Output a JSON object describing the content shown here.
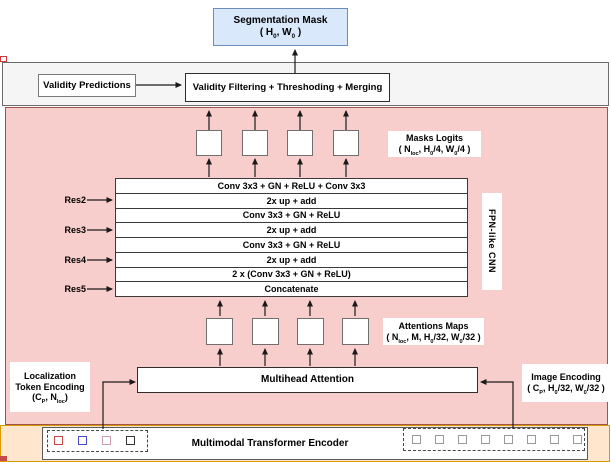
{
  "diagram_title": "Segmentation model architecture",
  "colors": {
    "seg_mask_fill": "#dae8fc",
    "seg_mask_stroke": "#6c8ebf",
    "validity_band_fill": "#f5f5f5",
    "fpn_band_fill": "#f8cecc",
    "fpn_band_stroke": "#9e5450",
    "encoder_band_fill": "#ffe6cc",
    "encoder_band_stroke": "#d79b00",
    "token_outline_colors": [
      "#c64646",
      "#4a4ac8",
      "#d09fae",
      "#333333"
    ],
    "image_token_outline_color": "#999999",
    "arrow_color": "#1a1a1a"
  },
  "output": {
    "segmentation_mask_title": "Segmentation Mask",
    "segmentation_mask_dims": [
      {
        "t": "( H"
      },
      {
        "t": "0",
        "sub": true
      },
      {
        "t": ", W"
      },
      {
        "t": "0",
        "sub": true
      },
      {
        "t": " )"
      }
    ]
  },
  "validity_band": {
    "predictions_label": "Validity Predictions",
    "filtering_label": "Validity Filtering  + Threshoding + Merging"
  },
  "fpn_band": {
    "masks_logits_title": "Masks Logits",
    "masks_logits_dims": [
      {
        "t": "( N"
      },
      {
        "t": "loc",
        "sub": true
      },
      {
        "t": ", H"
      },
      {
        "t": "0",
        "sub": true
      },
      {
        "t": "/4, W"
      },
      {
        "t": "0",
        "sub": true
      },
      {
        "t": "/4 )"
      }
    ],
    "stack_rows": [
      "Conv 3x3 + GN + ReLU + Conv 3x3",
      "2x up + add",
      "Conv 3x3 + GN + ReLU",
      "2x up + add",
      "Conv 3x3 + GN + ReLU",
      "2x up + add",
      "2 x (Conv 3x3 + GN + ReLU)",
      "Concatenate"
    ],
    "res_labels": [
      "Res2",
      "Res3",
      "Res4",
      "Res5"
    ],
    "fpn_label": "FPN-like CNN",
    "attentions_maps_title": "Attentions Maps",
    "attentions_maps_dims": [
      {
        "t": "( N"
      },
      {
        "t": "loc",
        "sub": true
      },
      {
        "t": ", M, H"
      },
      {
        "t": "0",
        "sub": true
      },
      {
        "t": "/32, W"
      },
      {
        "t": "0",
        "sub": true
      },
      {
        "t": "/32 )"
      }
    ],
    "multihead_label": "Multihead Attention",
    "localization_title": "Localization Token Encoding",
    "localization_dims": [
      {
        "t": "(C"
      },
      {
        "t": "P",
        "sub": true
      },
      {
        "t": ", N"
      },
      {
        "t": "loc",
        "sub": true
      },
      {
        "t": ")"
      }
    ],
    "image_encoding_title": "Image Encoding",
    "image_encoding_dims": [
      {
        "t": "( C"
      },
      {
        "t": "P",
        "sub": true
      },
      {
        "t": ", H"
      },
      {
        "t": "0",
        "sub": true
      },
      {
        "t": "/32, W"
      },
      {
        "t": "0",
        "sub": true
      },
      {
        "t": "/32 )"
      }
    ]
  },
  "encoder_band": {
    "label": "Multimodal Transformer Encoder"
  }
}
